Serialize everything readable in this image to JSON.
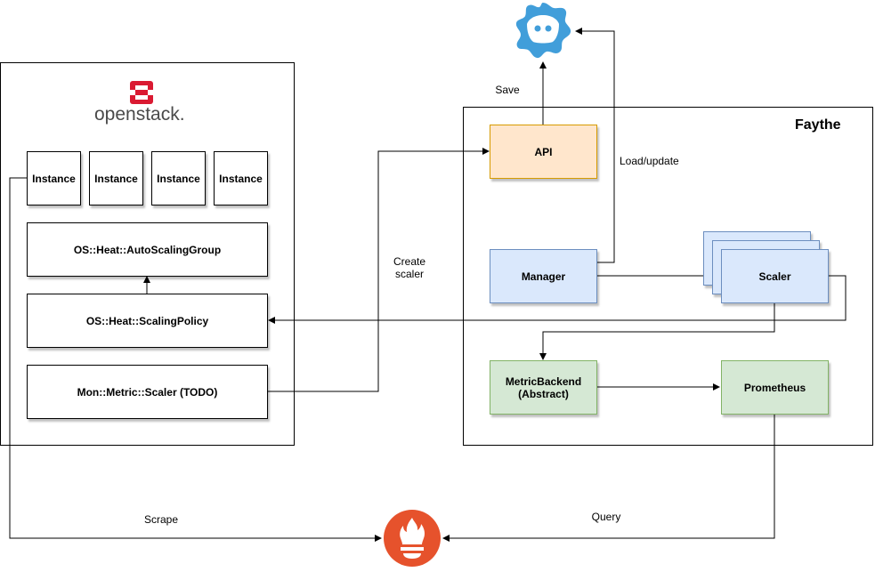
{
  "openstack": {
    "logo_text": "openstack.",
    "instances": [
      "Instance",
      "Instance",
      "Instance",
      "Instance"
    ],
    "autoscaling_group": "OS::Heat::AutoScalingGroup",
    "scaling_policy": "OS::Heat::ScalingPolicy",
    "metric_scaler": "Mon::Metric::Scaler (TODO)"
  },
  "faythe": {
    "title": "Faythe",
    "api": "API",
    "manager": "Manager",
    "scaler": "Scaler",
    "metric_backend": "MetricBackend\n(Abstract)",
    "prometheus": "Prometheus"
  },
  "edge_labels": {
    "save": "Save",
    "load_update": "Load/update",
    "create_scaler": "Create\nscaler",
    "scrape": "Scrape",
    "query": "Query"
  },
  "icons": {
    "etcd": "etcd-icon",
    "prometheus": "prometheus-icon",
    "openstack": "openstack-logo-icon"
  },
  "colors": {
    "orange_fill": "#ffe6cc",
    "orange_border": "#d79b00",
    "blue_fill": "#dae8fc",
    "blue_border": "#6c8ebf",
    "green_fill": "#d5e8d4",
    "green_border": "#82b366",
    "etcd": "#419eda",
    "prometheus": "#e6522c",
    "openstack_red": "#da1a32"
  }
}
